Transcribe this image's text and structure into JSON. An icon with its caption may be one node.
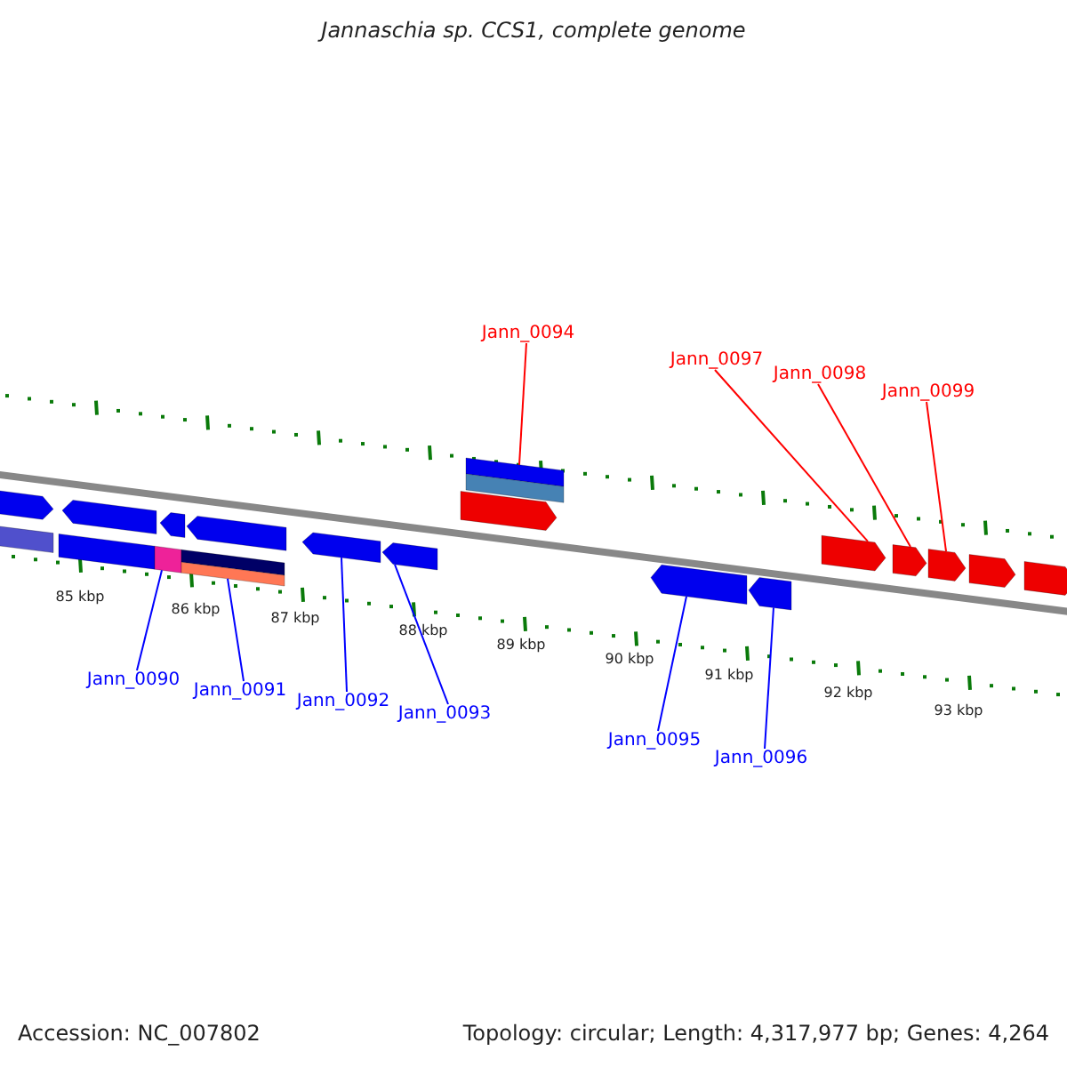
{
  "diagram": {
    "title": "Jannaschia sp. CCS1, complete genome",
    "nodes": [
      {
        "text": [
          "Jann_0094"
        ]
      },
      {
        "text": [
          "Jann_0097"
        ]
      },
      {
        "text": [
          "Jann_0098"
        ]
      },
      {
        "text": [
          "Jann_0099"
        ]
      },
      {
        "text": [
          "Jann_0090"
        ]
      },
      {
        "text": [
          "Jann_0091"
        ]
      },
      {
        "text": [
          "Jann_0092"
        ]
      },
      {
        "text": [
          "Jann_0093"
        ]
      },
      {
        "text": [
          "Jann_0095"
        ]
      },
      {
        "text": [
          "Jann_0096"
        ]
      },
      {
        "text": [],
        "shape": "pentagon"
      },
      {
        "text": [],
        "shape": "box"
      },
      {
        "text": [],
        "shape": "box"
      },
      {
        "text": [],
        "shape": "pentagon"
      },
      {
        "text": [],
        "shape": "box"
      },
      {
        "text": [],
        "shape": "pentagon"
      },
      {
        "text": [],
        "shape": "box"
      },
      {
        "text": [],
        "shape": "box"
      },
      {
        "text": [],
        "shape": "pentagon"
      },
      {
        "text": [],
        "shape": "pentagon"
      },
      {
        "text": [],
        "shape": "pentagon"
      },
      {
        "text": [],
        "shape": "pentagon"
      },
      {
        "text": [],
        "shape": "box"
      },
      {
        "text": [],
        "shape": "box"
      },
      {
        "text": [],
        "shape": "pentagon"
      },
      {
        "text": [],
        "shape": "pentagon"
      },
      {
        "text": [],
        "shape": "pentagon"
      },
      {
        "text": [],
        "shape": "pentagon"
      },
      {
        "text": [],
        "shape": "pentagon"
      },
      {
        "text": [],
        "shape": "pentagon"
      },
      {
        "text": [],
        "shape": "pentagon"
      }
    ],
    "edges": [
      {
        "from": 0,
        "to": 22,
        "arrow": "none",
        "color": "#ff0000"
      },
      {
        "from": 1,
        "to": 26,
        "arrow": "none",
        "color": "#ff0000"
      },
      {
        "from": 2,
        "to": 27,
        "arrow": "none",
        "color": "#ff0000"
      },
      {
        "from": 3,
        "to": 28,
        "arrow": "none",
        "color": "#ff0000"
      },
      {
        "from": 4,
        "to": 14,
        "arrow": "none"
      },
      {
        "from": 5,
        "to": 17,
        "arrow": "none"
      },
      {
        "from": 6,
        "to": 19,
        "arrow": "none"
      },
      {
        "from": 7,
        "to": 20,
        "arrow": "none"
      },
      {
        "from": 8,
        "to": 24,
        "arrow": "none"
      },
      {
        "from": 9,
        "to": 25,
        "arrow": "none"
      }
    ],
    "labels": [
      "85 kbp",
      "86 kbp",
      "87 kbp",
      "88 kbp",
      "89 kbp",
      "90 kbp",
      "91 kbp",
      "92 kbp",
      "93 kbp",
      "Accession: NC_007802",
      "Topology: circular; Length: 4,317,977 bp; Genes: 4,264"
    ]
  }
}
